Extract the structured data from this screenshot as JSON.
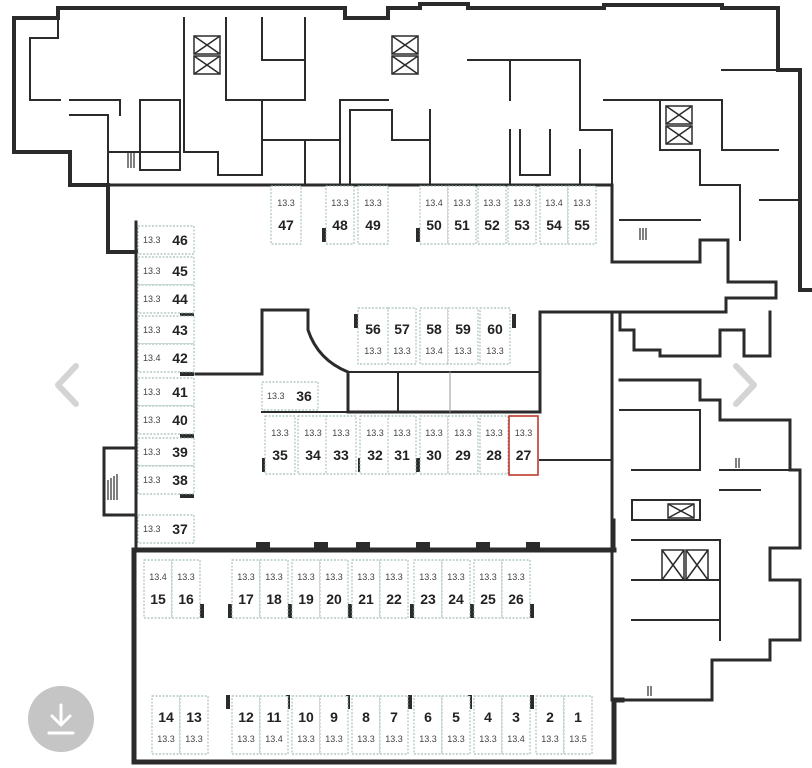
{
  "spots": [
    {
      "num": "47",
      "area": "13.3"
    },
    {
      "num": "48",
      "area": "13.3"
    },
    {
      "num": "49",
      "area": "13.3"
    },
    {
      "num": "50",
      "area": "13.4"
    },
    {
      "num": "51",
      "area": "13.3"
    },
    {
      "num": "52",
      "area": "13.3"
    },
    {
      "num": "53",
      "area": "13.3"
    },
    {
      "num": "54",
      "area": "13.4"
    },
    {
      "num": "55",
      "area": "13.3"
    },
    {
      "num": "46",
      "area": "13.3"
    },
    {
      "num": "45",
      "area": "13.3"
    },
    {
      "num": "44",
      "area": "13.3"
    },
    {
      "num": "43",
      "area": "13.3"
    },
    {
      "num": "42",
      "area": "13.4"
    },
    {
      "num": "41",
      "area": "13.3"
    },
    {
      "num": "40",
      "area": "13.3"
    },
    {
      "num": "39",
      "area": "13.3"
    },
    {
      "num": "38",
      "area": "13.3"
    },
    {
      "num": "37",
      "area": "13.3"
    },
    {
      "num": "56",
      "area": "13.3"
    },
    {
      "num": "57",
      "area": "13.3"
    },
    {
      "num": "58",
      "area": "13.4"
    },
    {
      "num": "59",
      "area": "13.3"
    },
    {
      "num": "60",
      "area": "13.3"
    },
    {
      "num": "36",
      "area": "13.3"
    },
    {
      "num": "35",
      "area": "13.3"
    },
    {
      "num": "34",
      "area": "13.3"
    },
    {
      "num": "33",
      "area": "13.3"
    },
    {
      "num": "32",
      "area": "13.3"
    },
    {
      "num": "31",
      "area": "13.3"
    },
    {
      "num": "30",
      "area": "13.3"
    },
    {
      "num": "29",
      "area": "13.3"
    },
    {
      "num": "28",
      "area": "13.3"
    },
    {
      "num": "27",
      "area": "13.3",
      "highlighted": true
    },
    {
      "num": "15",
      "area": "13.4"
    },
    {
      "num": "16",
      "area": "13.3"
    },
    {
      "num": "17",
      "area": "13.3"
    },
    {
      "num": "18",
      "area": "13.3"
    },
    {
      "num": "19",
      "area": "13.3"
    },
    {
      "num": "20",
      "area": "13.3"
    },
    {
      "num": "21",
      "area": "13.3"
    },
    {
      "num": "22",
      "area": "13.3"
    },
    {
      "num": "23",
      "area": "13.3"
    },
    {
      "num": "24",
      "area": "13.3"
    },
    {
      "num": "25",
      "area": "13.3"
    },
    {
      "num": "26",
      "area": "13.3"
    },
    {
      "num": "14",
      "area": "13.3"
    },
    {
      "num": "13",
      "area": "13.3"
    },
    {
      "num": "12",
      "area": "13.3"
    },
    {
      "num": "11",
      "area": "13.4"
    },
    {
      "num": "10",
      "area": "13.3"
    },
    {
      "num": "9",
      "area": "13.3"
    },
    {
      "num": "8",
      "area": "13.3"
    },
    {
      "num": "7",
      "area": "13.3"
    },
    {
      "num": "6",
      "area": "13.3"
    },
    {
      "num": "5",
      "area": "13.3"
    },
    {
      "num": "4",
      "area": "13.3"
    },
    {
      "num": "3",
      "area": "13.4"
    },
    {
      "num": "2",
      "area": "13.3"
    },
    {
      "num": "1",
      "area": "13.5"
    }
  ],
  "colors": {
    "wall": "#2b2b2b",
    "spot_border": "#8fb0a0",
    "highlight": "#c0392b",
    "text": "#222222",
    "area_text": "#444444",
    "nav_arrow": "#d4d4d4",
    "download_bg": "#969696"
  },
  "icons": {
    "prev": "chevron-left-icon",
    "next": "chevron-right-icon",
    "download": "download-icon",
    "elevator": "elevator-icon",
    "stairs": "stairs-icon"
  }
}
